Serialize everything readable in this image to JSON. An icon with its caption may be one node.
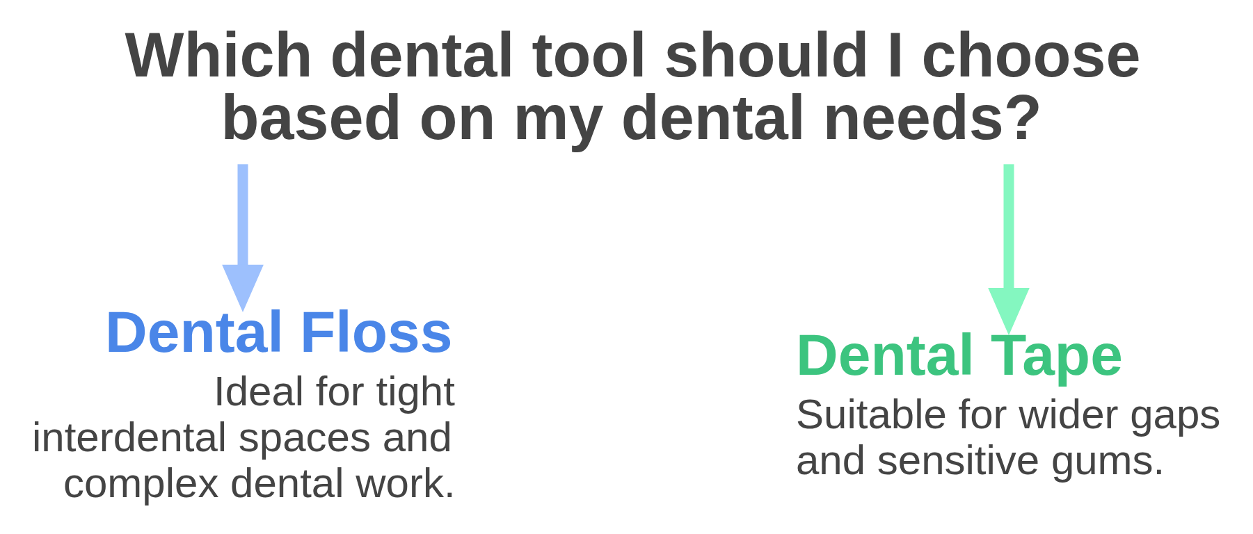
{
  "diagram": {
    "title": "Which dental tool should I choose based on my dental needs?",
    "nodes": [
      {
        "text": [
          "Dental Floss",
          "Ideal for tight interdental spaces and complex dental work."
        ]
      },
      {
        "text": [
          "Dental Tape",
          "Suitable for wider gaps and sensitive gums."
        ]
      }
    ],
    "edges": [
      {
        "from": null,
        "to": 0,
        "arrow": "to",
        "color": "#9dc0fd"
      },
      {
        "from": null,
        "to": 1,
        "arrow": "to",
        "color": "#84f7c0"
      }
    ]
  }
}
